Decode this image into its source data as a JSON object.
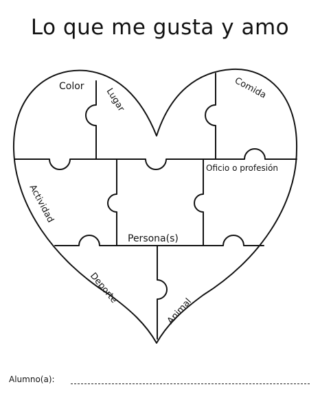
{
  "worksheet": {
    "title": "Lo que me gusta y amo",
    "pieces": {
      "color": "Color",
      "lugar": "Lugar",
      "comida": "Comida",
      "oficio": "Oficio o profesión",
      "actividad": "Actividad",
      "persona": "Persona(s)",
      "deporte": "Deporte",
      "animal": "Animal"
    },
    "student_label": "Alumno(a):"
  }
}
